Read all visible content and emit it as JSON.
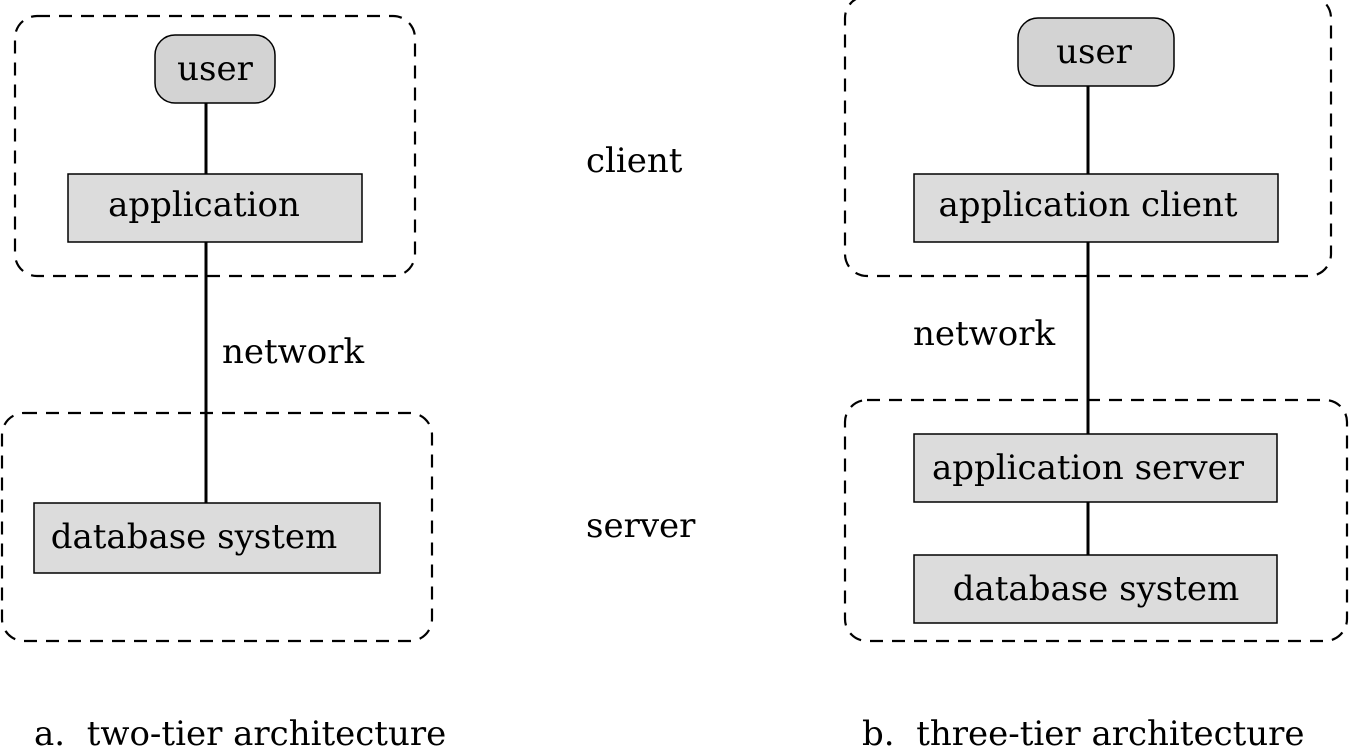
{
  "two_tier": {
    "user": "user",
    "application": "application",
    "network": "network",
    "database": "database system",
    "caption": "a.  two-tier architecture"
  },
  "middle": {
    "client": "client",
    "server": "server"
  },
  "three_tier": {
    "user": "user",
    "app_client": "application client",
    "network": "network",
    "app_server": "application server",
    "database": "database system",
    "caption": "b.  three-tier architecture"
  },
  "colors": {
    "box_fill": "#dcdcdc",
    "user_fill": "#d3d3d3",
    "stroke": "#000000"
  }
}
